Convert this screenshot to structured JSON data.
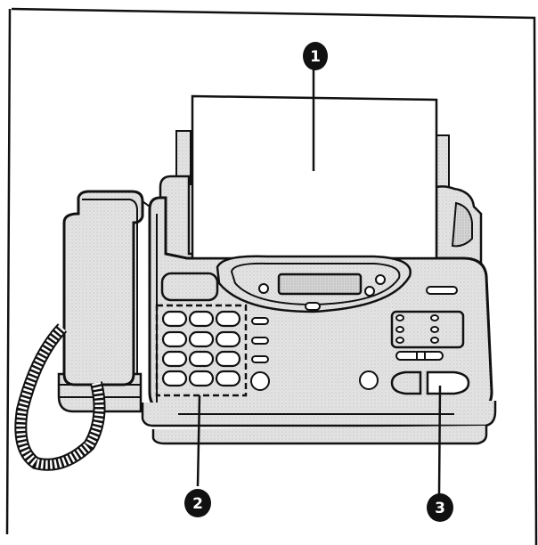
{
  "figure": {
    "subject": "fax machine with corded handset",
    "colors": {
      "line": "#111111",
      "fill_shaded": "#dcdcdc",
      "fill_light": "#ececec",
      "background": "#ffffff",
      "callout_bg": "#111111",
      "callout_text": "#ffffff"
    }
  },
  "callouts": [
    {
      "number": "1",
      "target": "document / paper sheet"
    },
    {
      "number": "2",
      "target": "dial keypad"
    },
    {
      "number": "3",
      "target": "start button"
    }
  ],
  "keypad": {
    "rows": 4,
    "cols": 3
  }
}
